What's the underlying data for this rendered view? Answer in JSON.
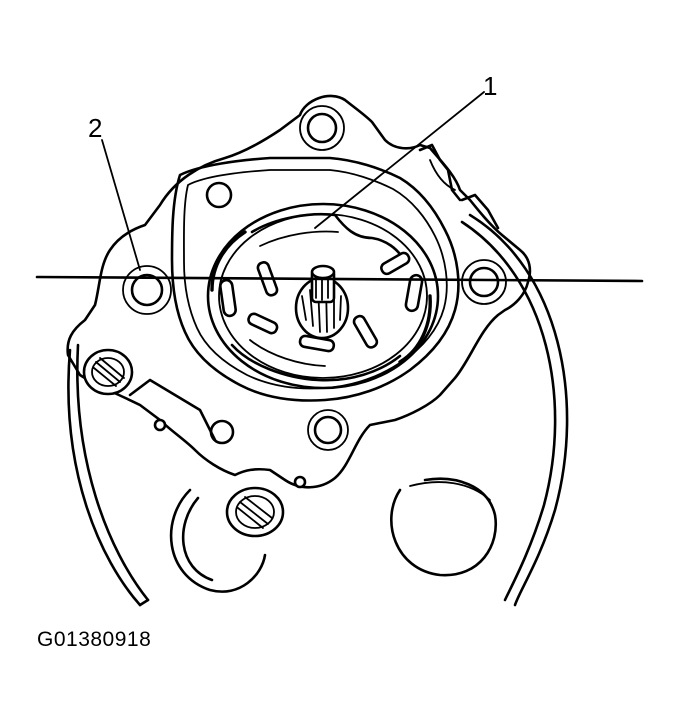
{
  "callouts": {
    "one": "1",
    "two": "2"
  },
  "figure_code": "G01380918",
  "colors": {
    "line": "#000000",
    "background": "#ffffff"
  }
}
